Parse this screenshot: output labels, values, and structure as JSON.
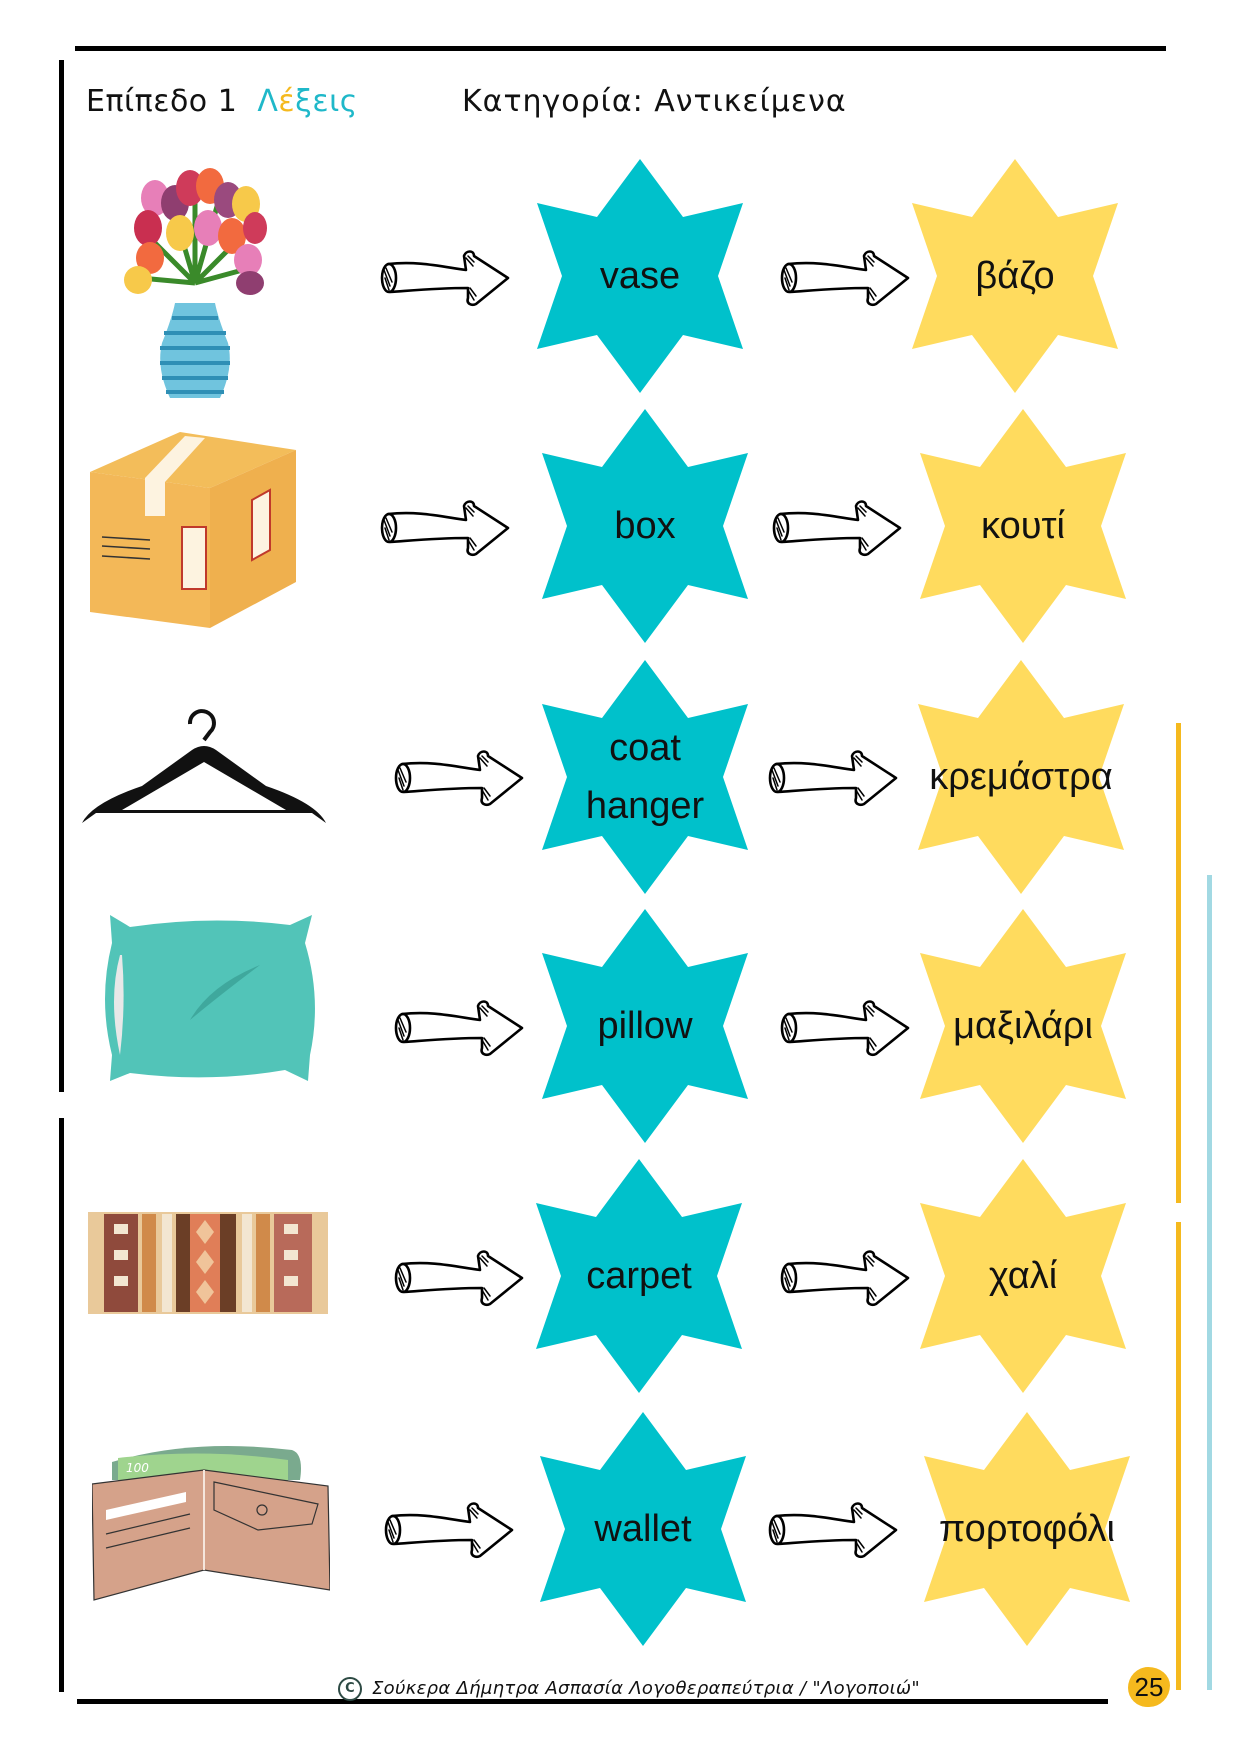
{
  "header": {
    "level_label": "Επίπεδο 1",
    "level_word_letters": [
      {
        "char": "Λ",
        "color": "#1fb8c9"
      },
      {
        "char": "έ",
        "color": "#f5b91e"
      },
      {
        "char": "ξ",
        "color": "#1fb8c9"
      },
      {
        "char": "ε",
        "color": "#1fb8c9"
      },
      {
        "char": "ι",
        "color": "#1fb8c9"
      },
      {
        "char": "ς",
        "color": "#1fb8c9"
      }
    ],
    "level_word": "Λέξεις",
    "category": "Κατηγορία: Αντικείμενα"
  },
  "colors": {
    "english_star": "#00c1cb",
    "greek_star": "#ffdb5e",
    "accent_yellow": "#f5b91e",
    "accent_blue": "#a2d9e3",
    "border": "#000000"
  },
  "rows": [
    {
      "image": "vase-with-tulips",
      "english": "vase",
      "greek": "βάζο"
    },
    {
      "image": "cardboard-box",
      "english": "box",
      "greek": "κουτί"
    },
    {
      "image": "coat-hanger",
      "english": "coat hanger",
      "english_lines": [
        "coat",
        "hanger"
      ],
      "greek": "κρεμάστρα"
    },
    {
      "image": "pillow",
      "english": "pillow",
      "greek": "μαξιλάρι"
    },
    {
      "image": "carpet",
      "english": "carpet",
      "greek": "χαλί"
    },
    {
      "image": "wallet",
      "english": "wallet",
      "greek": "πορτοφόλι",
      "banknote_label": "100"
    }
  ],
  "footer": {
    "copyright_symbol": "C",
    "text": "Σούκερα Δήμητρα Ασπασία  Λογοθεραπεύτρια / \"Λογοποιώ\""
  },
  "page_number": "25"
}
